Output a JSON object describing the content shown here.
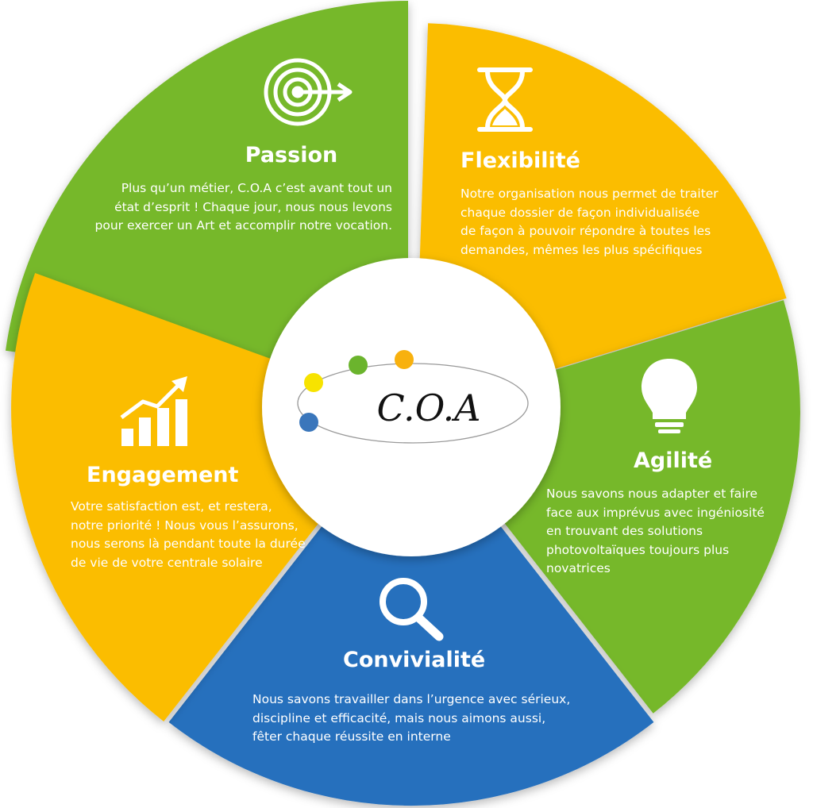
{
  "colors": {
    "green": "#76b82a",
    "yellow": "#fbbd00",
    "blue": "#2670bd",
    "center": "#ffffff",
    "text": "#ffffff",
    "logo_dot_yellow": "#f7e300",
    "logo_dot_green": "#6bb42d",
    "logo_dot_orange": "#f8b10e",
    "logo_dot_blue": "#3a76bb"
  },
  "center": {
    "logo_text": "C.O.A"
  },
  "segments": [
    {
      "key": "passion",
      "color": "green",
      "icon": "target-icon",
      "title": "Passion",
      "body": [
        "Plus qu’un métier, C.O.A c’est avant tout un",
        "état d’esprit ! Chaque jour, nous nous levons",
        "pour exercer un Art et accomplir notre vocation."
      ]
    },
    {
      "key": "flexibilite",
      "color": "yellow",
      "icon": "hourglass-icon",
      "title": "Flexibilité",
      "body": [
        "Notre organisation nous permet de traiter",
        "chaque dossier de façon individualisée",
        "de façon à pouvoir répondre à toutes les",
        "demandes, mêmes les plus spécifiques"
      ]
    },
    {
      "key": "agilite",
      "color": "green",
      "icon": "lightbulb-icon",
      "title": "Agilité",
      "body": [
        "Nous savons nous adapter et faire",
        "face aux imprévus avec ingéniosité",
        "en trouvant des solutions",
        "photovoltaïques toujours plus",
        "novatrices"
      ]
    },
    {
      "key": "convivialite",
      "color": "blue",
      "icon": "magnifier-icon",
      "title": "Convivialité",
      "body": [
        "Nous savons travailler dans l’urgence avec sérieux,",
        "discipline et efficacité, mais nous aimons aussi,",
        "fêter chaque réussite en interne"
      ]
    },
    {
      "key": "engagement",
      "color": "yellow",
      "icon": "growth-chart-icon",
      "title": "Engagement",
      "body": [
        "Votre satisfaction est, et restera,",
        "notre priorité ! Nous vous l’assurons,",
        "nous serons là pendant toute la durée",
        "de vie de votre centrale solaire"
      ]
    }
  ]
}
